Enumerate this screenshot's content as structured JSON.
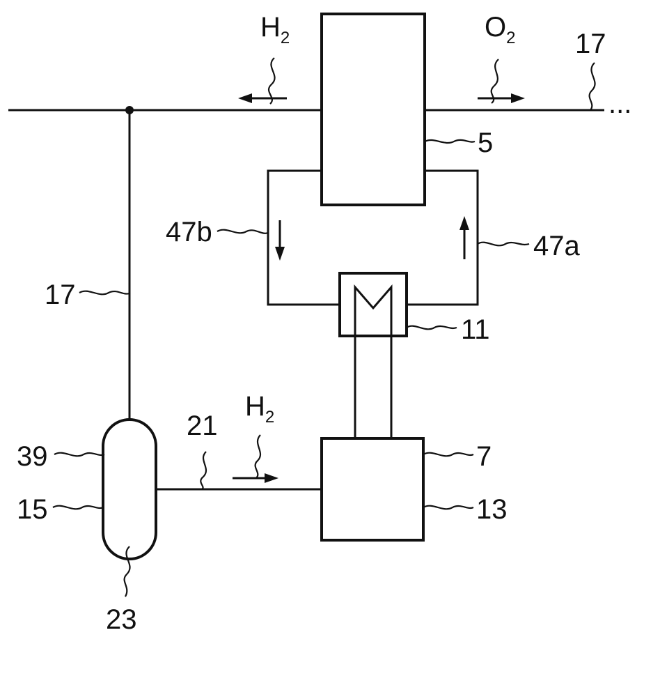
{
  "labels": {
    "h2_top": "H",
    "h2_top_sub": "2",
    "o2_top": "O",
    "o2_top_sub": "2",
    "h2_mid": "H",
    "h2_mid_sub": "2",
    "ref_17_top": "17",
    "ref_17_left": "17",
    "ref_5": "5",
    "ref_47a": "47a",
    "ref_47b": "47b",
    "ref_11": "11",
    "ref_21": "21",
    "ref_39": "39",
    "ref_15": "15",
    "ref_23": "23",
    "ref_7": "7",
    "ref_13": "13",
    "continuation": "..."
  }
}
